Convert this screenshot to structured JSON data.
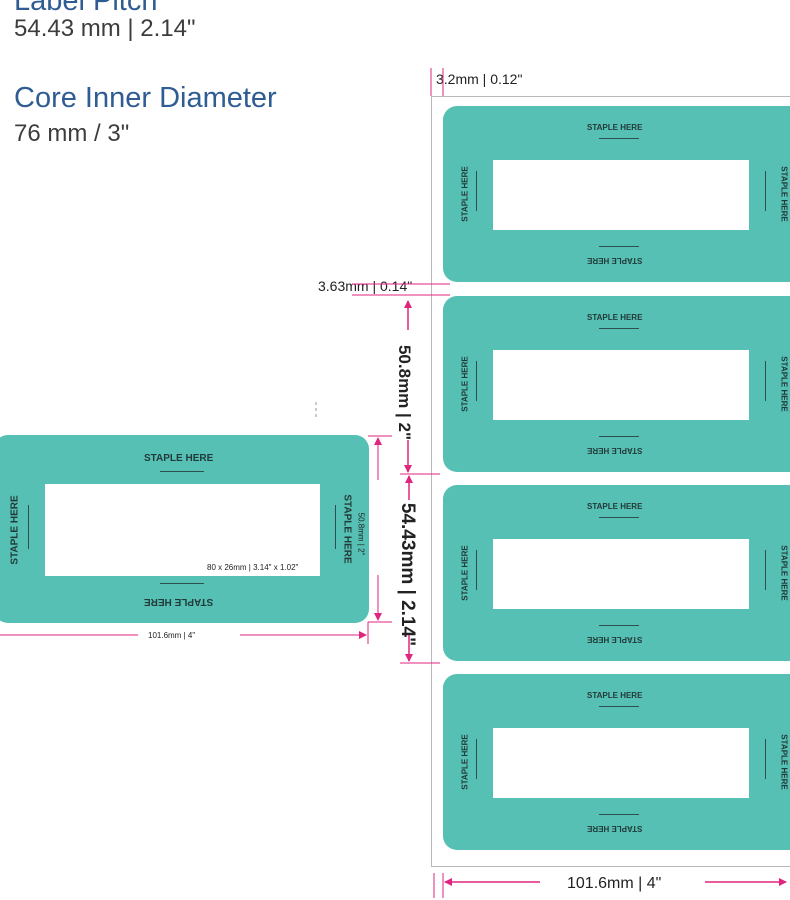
{
  "specs": {
    "label_pitch_title": "Label Pitch",
    "label_pitch_value": "54.43 mm | 2.14\"",
    "core_title": "Core Inner Diameter",
    "core_value": "76 mm / 3\""
  },
  "single_label": {
    "top_text": "STAPLE HERE",
    "bottom_text": "STAPLE HERE",
    "left_text": "STAPLE HERE",
    "right_text": "STAPLE HERE",
    "window_size": "80 x 26mm | 3.14\" x 1.02\"",
    "height_dim": "50.8mm | 2\"",
    "width_dim": "101.6mm | 4\""
  },
  "roll": {
    "staple_text": "STAPLE HERE",
    "left_margin_dim": "3.2mm | 0.12\"",
    "gap_dim": "3.63mm | 0.14\"",
    "height_dim": "50.8mm | 2\"",
    "pitch_dim": "54.43mm | 2.14\"",
    "width_dim": "101.6mm | 4\""
  },
  "colors": {
    "label_fill": "#55c0b3",
    "dimension_arrow": "#e0257f",
    "title_blue": "#2e5c93"
  }
}
